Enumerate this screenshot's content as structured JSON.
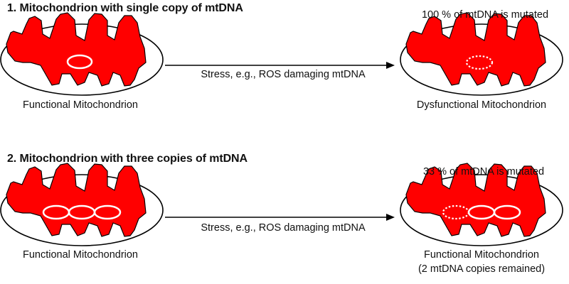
{
  "section1": {
    "heading": "1. Mitochondrion with single copy of mtDNA",
    "arrow_label": "Stress, e.g., ROS damaging mtDNA",
    "left_caption": "Functional Mitochondrion",
    "right_caption": "Dysfunctional Mitochondrion",
    "right_annotation": "100 % of mtDNA is mutated"
  },
  "section2": {
    "heading": "2. Mitochondrion with three copies of mtDNA",
    "arrow_label": "Stress, e.g., ROS damaging mtDNA",
    "left_caption": "Functional Mitochondrion",
    "right_caption": "Functional Mitochondrion",
    "right_caption_2": "(2 mtDNA copies remained)",
    "right_annotation": "33 % of mtDNA is mutated"
  },
  "colors": {
    "matrix": "#ff0000",
    "outline": "#000000",
    "membrane_fill": "#ffffff"
  }
}
